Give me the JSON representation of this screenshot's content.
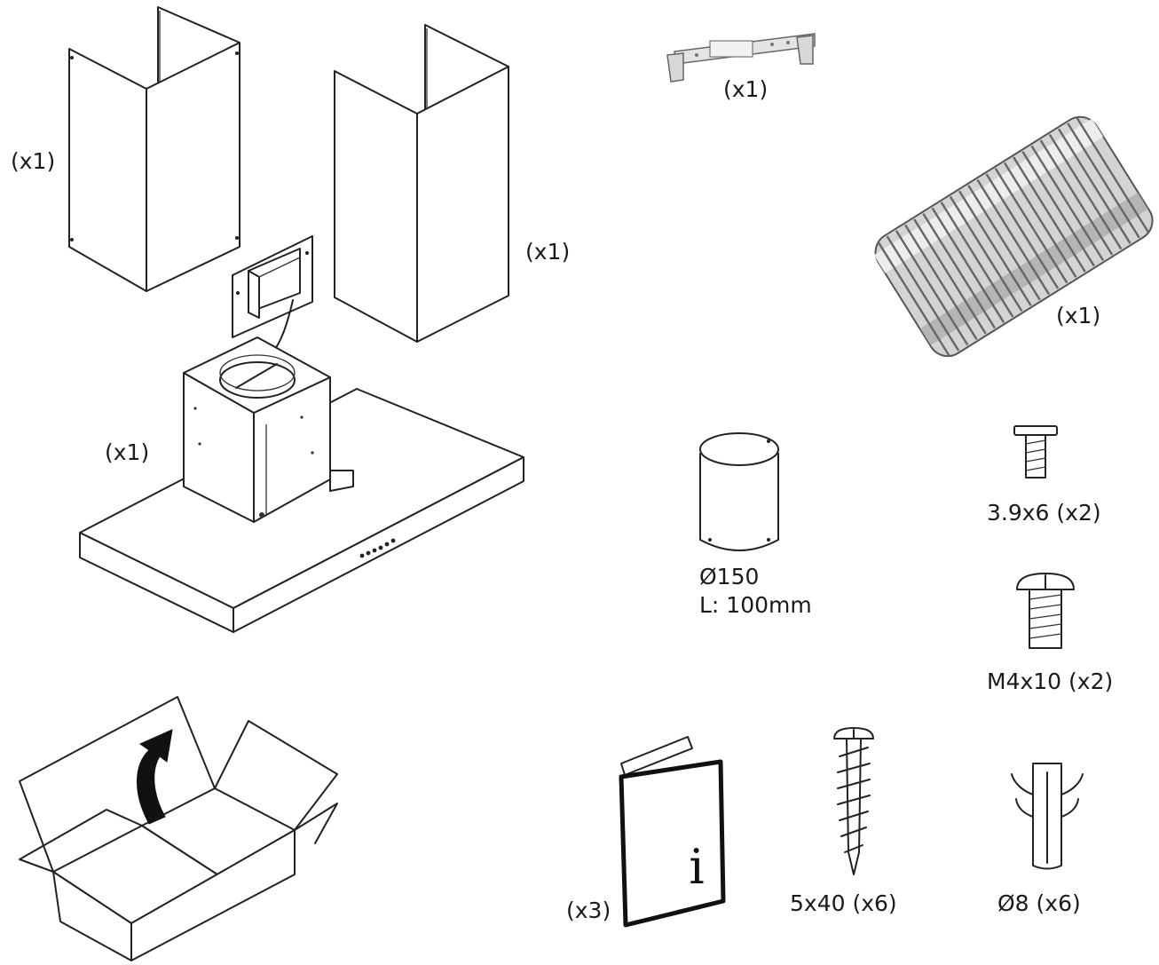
{
  "parts": {
    "chimney_left_qty": "(x1)",
    "chimney_right_qty": "(x1)",
    "hood_body_qty": "(x1)",
    "bracket_qty": "(x1)",
    "flex_duct_qty": "(x1)",
    "adapter_diameter": "Ø150",
    "adapter_length": "L: 100mm",
    "screw_small_label": "3.9x6  (x2)",
    "screw_m4_label": "M4x10 (x2)",
    "manual_qty": "(x3)",
    "manual_info_glyph": "i",
    "wood_screw_label": "5x40 (x6)",
    "wall_plug_label": "Ø8 (x6)"
  }
}
